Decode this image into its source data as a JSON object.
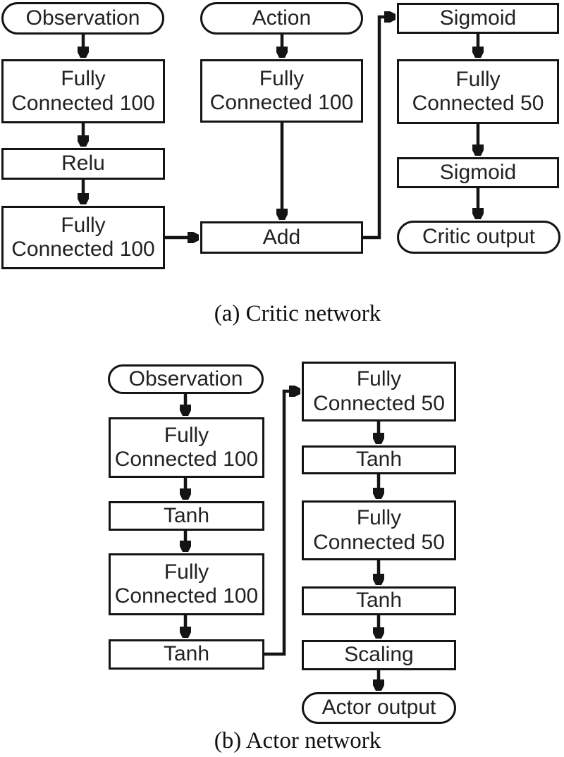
{
  "colors": {
    "background": "#ffffff",
    "stroke": "#141414",
    "text": "#222222"
  },
  "critic_network": {
    "caption": "(a) Critic network",
    "observation": {
      "label": "Observation"
    },
    "fc_obs_1": {
      "line1": "Fully",
      "line2": "Connected 100"
    },
    "relu": {
      "label": "Relu"
    },
    "fc_obs_2": {
      "line1": "Fully",
      "line2": "Connected 100"
    },
    "action": {
      "label": "Action"
    },
    "fc_action": {
      "line1": "Fully",
      "line2": "Connected 100"
    },
    "add": {
      "label": "Add"
    },
    "sigmoid_1": {
      "label": "Sigmoid"
    },
    "fc_hidden": {
      "line1": "Fully",
      "line2": "Connected 50"
    },
    "sigmoid_2": {
      "label": "Sigmoid"
    },
    "critic_output": {
      "label": "Critic output"
    }
  },
  "actor_network": {
    "caption": "(b) Actor network",
    "observation": {
      "label": "Observation"
    },
    "fc_1": {
      "line1": "Fully",
      "line2": "Connected 100"
    },
    "tanh_1": {
      "label": "Tanh"
    },
    "fc_2": {
      "line1": "Fully",
      "line2": "Connected 100"
    },
    "tanh_2": {
      "label": "Tanh"
    },
    "fc_3": {
      "line1": "Fully",
      "line2": "Connected 50"
    },
    "tanh_3": {
      "label": "Tanh"
    },
    "fc_4": {
      "line1": "Fully",
      "line2": "Connected 50"
    },
    "tanh_4": {
      "label": "Tanh"
    },
    "scaling": {
      "label": "Scaling"
    },
    "actor_output": {
      "label": "Actor output"
    }
  }
}
